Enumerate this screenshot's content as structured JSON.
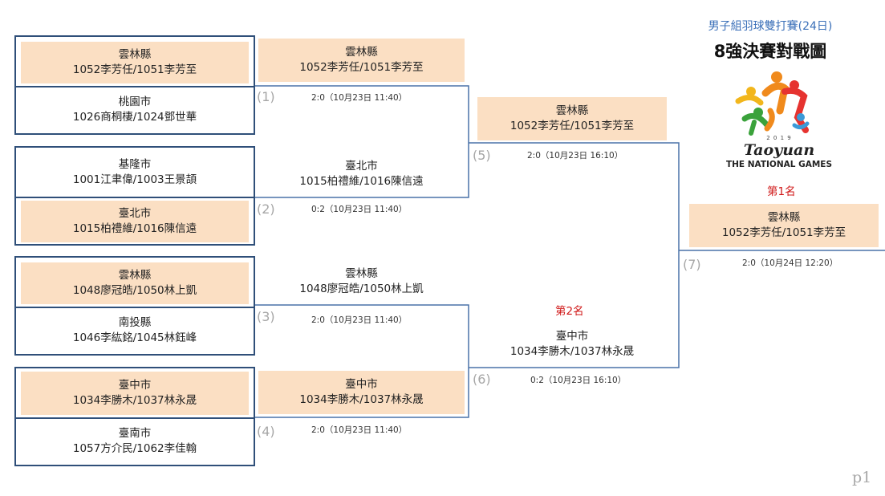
{
  "header": {
    "subtitle": "男子組羽球雙打賽(24日)",
    "title": "8強決賽對戰圖"
  },
  "logo": {
    "icon": "taoyuan-2019-national-games-logo",
    "year": "2 0 1 9",
    "word": "Taoyuan",
    "sub": "THE NATIONAL GAMES"
  },
  "colors": {
    "box_border": "#2f4f79",
    "highlight": "#fbdfc3",
    "bracket_line": "#4a72a8",
    "rank_text": "#d01818",
    "header_subtitle": "#3a6fb8"
  },
  "round1": [
    {
      "team": "雲林縣",
      "players": "1052李芳任/1051李芳至",
      "winner": true
    },
    {
      "team": "桃園市",
      "players": "1026商桐棲/1024鄧世華",
      "winner": false
    },
    {
      "team": "基隆市",
      "players": "1001江聿偉/1003王景頡",
      "winner": false
    },
    {
      "team": "臺北市",
      "players": "1015柏禮維/1016陳信遠",
      "winner": true
    },
    {
      "team": "雲林縣",
      "players": "1048廖冠皓/1050林上凱",
      "winner": true
    },
    {
      "team": "南投縣",
      "players": "1046李紘銘/1045林鈺峰",
      "winner": false
    },
    {
      "team": "臺中市",
      "players": "1034李勝木/1037林永晟",
      "winner": true
    },
    {
      "team": "臺南市",
      "players": "1057方介民/1062李佳翰",
      "winner": false
    }
  ],
  "round2": [
    {
      "team": "雲林縣",
      "players": "1052李芳任/1051李芳至",
      "winner": true
    },
    {
      "team": "臺北市",
      "players": "1015柏禮維/1016陳信遠",
      "winner": false
    },
    {
      "team": "雲林縣",
      "players": "1048廖冠皓/1050林上凱",
      "winner": false
    },
    {
      "team": "臺中市",
      "players": "1034李勝木/1037林永晟",
      "winner": true
    }
  ],
  "round3": [
    {
      "team": "雲林縣",
      "players": "1052李芳任/1051李芳至",
      "winner": true
    },
    {
      "team": "臺中市",
      "players": "1034李勝木/1037林永晟",
      "winner": false
    }
  ],
  "champion": {
    "team": "雲林縣",
    "players": "1052李芳任/1051李芳至"
  },
  "ranks": {
    "first": "第1名",
    "second": "第2名"
  },
  "matches": [
    {
      "num": "(1)",
      "result": "2:0（10月23日 11:40）"
    },
    {
      "num": "(2)",
      "result": "0:2（10月23日 11:40）"
    },
    {
      "num": "(3)",
      "result": "2:0（10月23日 11:40）"
    },
    {
      "num": "(4)",
      "result": "2:0（10月23日 11:40）"
    },
    {
      "num": "(5)",
      "result": "2:0（10月23日 16:10）"
    },
    {
      "num": "(6)",
      "result": "0:2（10月23日 16:10）"
    },
    {
      "num": "(7)",
      "result": "2:0（10月24日 12:20）"
    }
  ],
  "page_label": "p1"
}
